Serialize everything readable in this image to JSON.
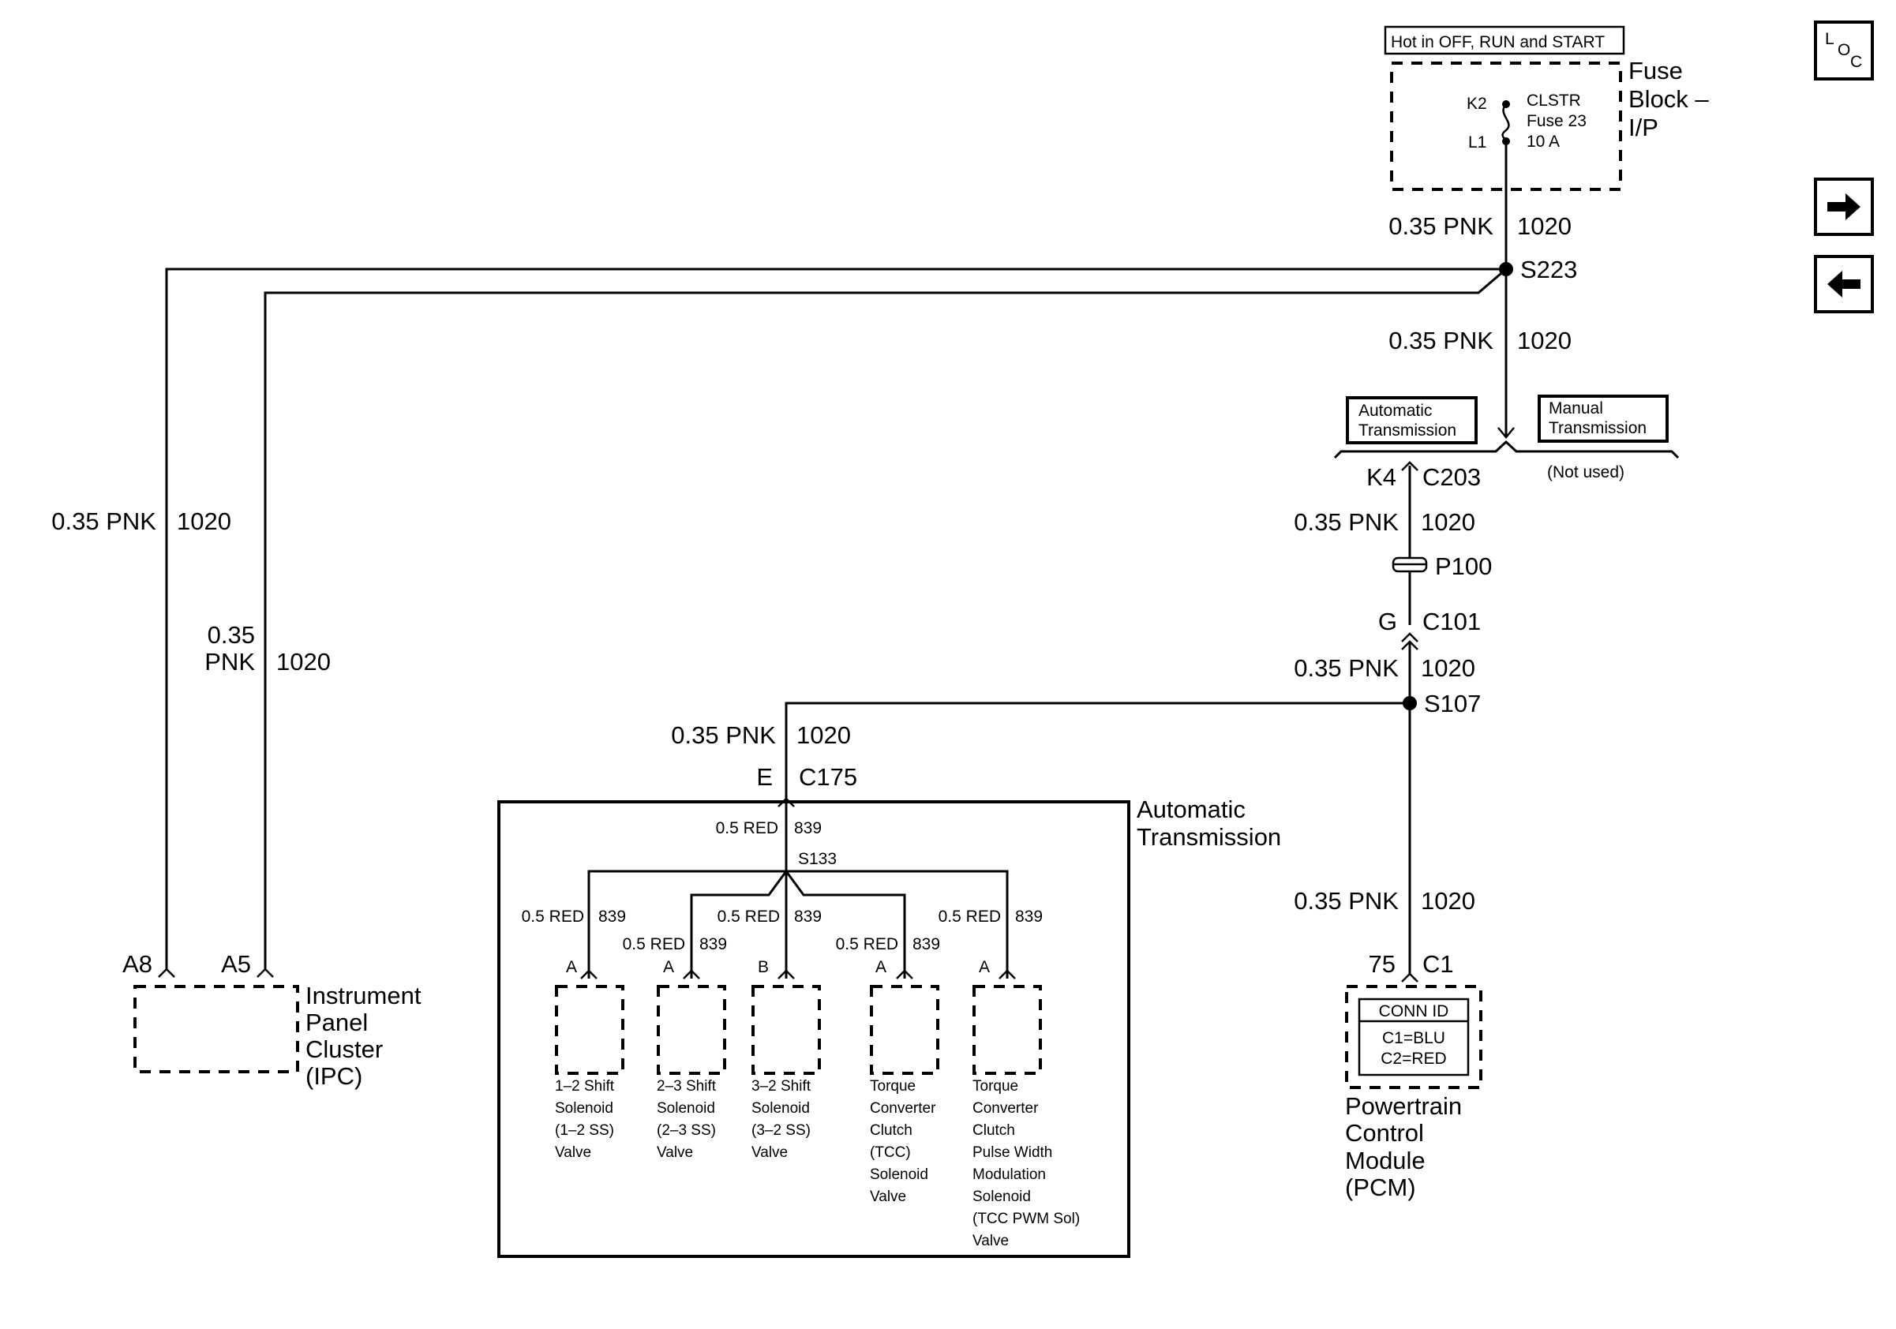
{
  "power": {
    "hot_label": "Hot in OFF, RUN and START",
    "fuse_block_label": [
      "Fuse",
      "Block –",
      "I/P"
    ],
    "fuse_name": [
      "CLSTR",
      "Fuse 23",
      "10 A"
    ],
    "pin_top": "K2",
    "pin_bottom": "L1"
  },
  "wires": {
    "w_fuse_s223": {
      "gauge": "0.35 PNK",
      "circuit": "1020"
    },
    "w_s223_down": {
      "gauge": "0.35 PNK",
      "circuit": "1020"
    },
    "w_a8": {
      "gauge": "0.35 PNK",
      "circuit": "1020"
    },
    "w_a5": {
      "gauge_line1": "0.35",
      "gauge_line2": "PNK",
      "circuit": "1020"
    },
    "w_c203_p100": {
      "gauge": "0.35 PNK",
      "circuit": "1020"
    },
    "w_c101_s107": {
      "gauge": "0.35 PNK",
      "circuit": "1020"
    },
    "w_s107_c175": {
      "gauge": "0.35 PNK",
      "circuit": "1020"
    },
    "w_s107_pcm": {
      "gauge": "0.35 PNK",
      "circuit": "1020"
    },
    "w_in_trans": {
      "gauge": "0.5 RED",
      "circuit": "839"
    }
  },
  "splices": {
    "s223": "S223",
    "s107": "S107",
    "s133": "S133"
  },
  "options": {
    "automatic": [
      "Automatic",
      "Transmission"
    ],
    "manual": [
      "Manual",
      "Transmission"
    ],
    "not_used": "(Not used)"
  },
  "connectors": {
    "c203": {
      "pin": "K4",
      "name": "C203"
    },
    "p100": {
      "name": "P100"
    },
    "c101": {
      "pin": "G",
      "name": "C101"
    },
    "c175": {
      "pin": "E",
      "name": "C175"
    },
    "pcm_c1": {
      "pin": "75",
      "name": "C1"
    },
    "ipc_a8": "A8",
    "ipc_a5": "A5"
  },
  "modules": {
    "ipc": [
      "Instrument",
      "Panel",
      "Cluster",
      "(IPC)"
    ],
    "pcm": [
      "Powertrain",
      "Control",
      "Module",
      "(PCM)"
    ],
    "conn_id": {
      "title": "CONN ID",
      "c1": "C1=BLU",
      "c2": "C2=RED"
    },
    "auto_trans": [
      "Automatic",
      "Transmission"
    ]
  },
  "solenoids": [
    {
      "pin": "A",
      "label": [
        "1–2 Shift",
        "Solenoid",
        "(1–2 SS)",
        "Valve"
      ]
    },
    {
      "pin": "A",
      "label": [
        "2–3 Shift",
        "Solenoid",
        "(2–3 SS)",
        "Valve"
      ]
    },
    {
      "pin": "B",
      "label": [
        "3–2 Shift",
        "Solenoid",
        "(3–2 SS)",
        "Valve"
      ]
    },
    {
      "pin": "A",
      "label": [
        "Torque",
        "Converter",
        "Clutch",
        "(TCC)",
        "Solenoid",
        "Valve"
      ]
    },
    {
      "pin": "A",
      "label": [
        "Torque",
        "Converter",
        "Clutch",
        "Pulse Width",
        "Modulation",
        "Solenoid",
        "(TCC PWM Sol)",
        "Valve"
      ]
    }
  ],
  "nav": {
    "loc_letters": [
      "L",
      "O",
      "C"
    ],
    "forward_icon": "right-arrow-icon",
    "back_icon": "left-arrow-icon"
  }
}
